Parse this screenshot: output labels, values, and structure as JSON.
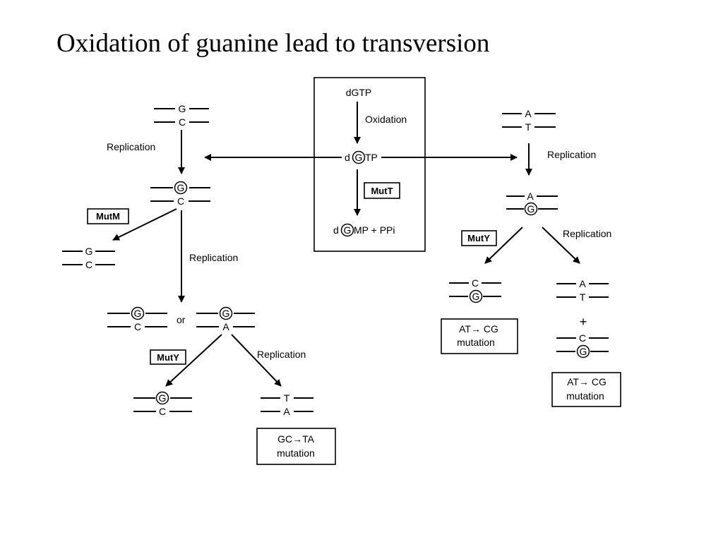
{
  "title": "Oxidation of guanine lead to transversion",
  "bases": {
    "G": "G",
    "C": "C",
    "A": "A",
    "T": "T"
  },
  "center": {
    "dgtp": "dGTP",
    "oxidation": "Oxidation",
    "d_prefix": "d",
    "tp_suffix": "TP",
    "mutt": "MutT",
    "dgmp_suffix": "MP + PPi"
  },
  "left": {
    "replication1": "Replication",
    "mutm": "MutM",
    "replication2": "Replication",
    "or": "or",
    "muty": "MutY",
    "replication3": "Replication",
    "mutation_line1": "GC→TA",
    "mutation_line2": "mutation"
  },
  "right": {
    "replication1": "Replication",
    "muty": "MutY",
    "replication2": "Replication",
    "plus": "+",
    "mutation1_line1": "AT→ CG",
    "mutation1_line2": "mutation",
    "mutation2_line1": "AT→ CG",
    "mutation2_line2": "mutation"
  }
}
